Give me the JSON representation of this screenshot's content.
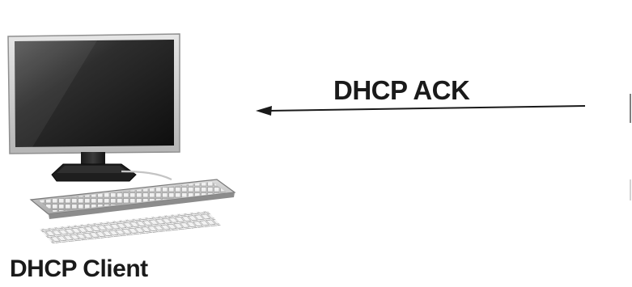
{
  "diagram": {
    "client_label": "DHCP Client",
    "message_label": "DHCP ACK",
    "arrow_direction": "right-to-left",
    "client_icon": "desktop-computer-icon",
    "colors": {
      "text": "#1a1a1a",
      "arrow": "#1a1a1a",
      "background": "#ffffff"
    }
  }
}
